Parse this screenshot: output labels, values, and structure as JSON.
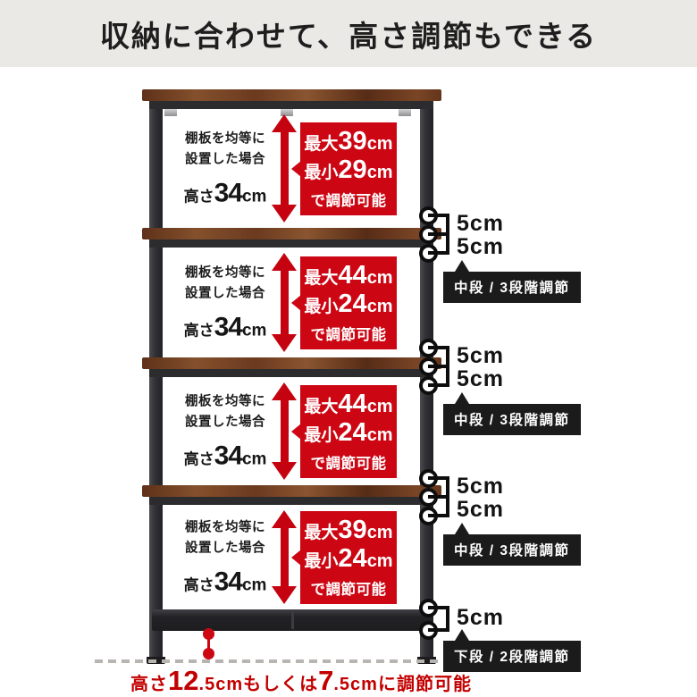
{
  "title": "収納に合わせて、高さ調節もできる",
  "section_label": {
    "line1": "棚板を均等に",
    "line2": "設置した場合",
    "height_prefix": "高さ",
    "height_value": "34",
    "height_unit": "cm"
  },
  "sections": [
    {
      "max_prefix": "最大",
      "max_value": "39",
      "max_unit": "cm",
      "min_prefix": "最小",
      "min_value": "29",
      "min_unit": "cm",
      "note": "で調節可能"
    },
    {
      "max_prefix": "最大",
      "max_value": "44",
      "max_unit": "cm",
      "min_prefix": "最小",
      "min_value": "24",
      "min_unit": "cm",
      "note": "で調節可能"
    },
    {
      "max_prefix": "最大",
      "max_value": "44",
      "max_unit": "cm",
      "min_prefix": "最小",
      "min_value": "24",
      "min_unit": "cm",
      "note": "で調節可能"
    },
    {
      "max_prefix": "最大",
      "max_value": "39",
      "max_unit": "cm",
      "min_prefix": "最小",
      "min_value": "24",
      "min_unit": "cm",
      "note": "で調節可能"
    }
  ],
  "side": {
    "gap": "5cm",
    "middle_label": "中段 / 3段階調節",
    "bottom_label": "下段 / 2段階調節"
  },
  "footer_caption": {
    "p1": "高さ",
    "big1": "12",
    "small1": ".5cm",
    "mid": "もしくは",
    "big2": "7",
    "small2": ".5cm",
    "tail": "に調節可能"
  },
  "colors": {
    "accent_red": "#cc0613",
    "caption_red": "#c30000",
    "label_black": "#1b1b1b",
    "title_band_bg": "#ebe9e6",
    "wood_brown": "#7a4526",
    "frame_dark": "#2c2c2f"
  }
}
